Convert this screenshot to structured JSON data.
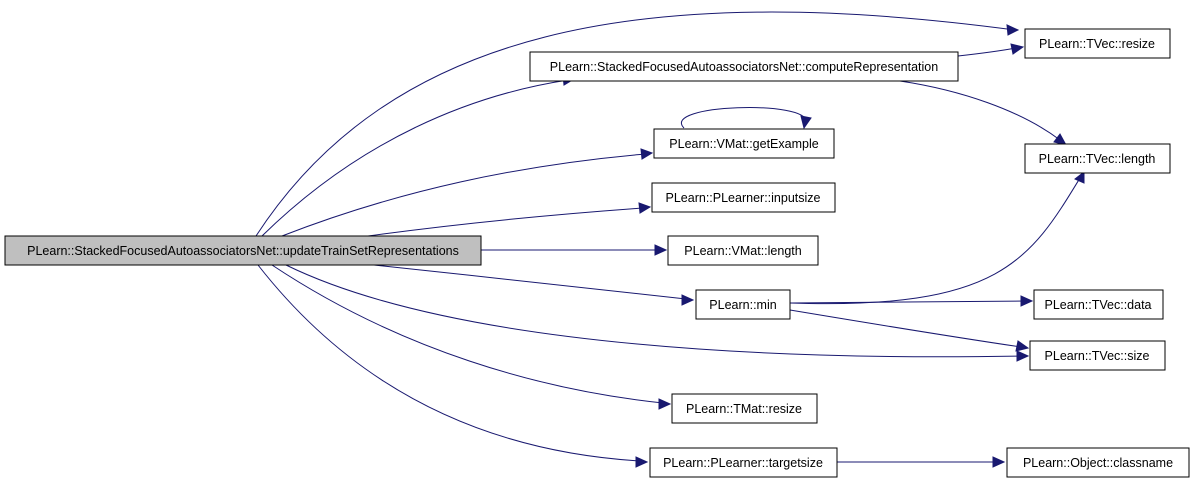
{
  "nodes": [
    {
      "id": "root",
      "label": "PLearn::StackedFocusedAutoassociatorsNet::updateTrainSetRepresentations",
      "highlight": true
    },
    {
      "id": "compute",
      "label": "PLearn::StackedFocusedAutoassociatorsNet::computeRepresentation"
    },
    {
      "id": "getex",
      "label": "PLearn::VMat::getExample"
    },
    {
      "id": "inputsize",
      "label": "PLearn::PLearner::inputsize"
    },
    {
      "id": "vlength",
      "label": "PLearn::VMat::length"
    },
    {
      "id": "min",
      "label": "PLearn::min"
    },
    {
      "id": "tmresize",
      "label": "PLearn::TMat::resize"
    },
    {
      "id": "targetsize",
      "label": "PLearn::PLearner::targetsize"
    },
    {
      "id": "tvresize",
      "label": "PLearn::TVec::resize"
    },
    {
      "id": "tvlength",
      "label": "PLearn::TVec::length"
    },
    {
      "id": "tvdata",
      "label": "PLearn::TVec::data"
    },
    {
      "id": "tvsize",
      "label": "PLearn::TVec::size"
    },
    {
      "id": "classname",
      "label": "PLearn::Object::classname"
    }
  ],
  "edges": [
    {
      "from": "root",
      "to": "tvresize"
    },
    {
      "from": "root",
      "to": "compute"
    },
    {
      "from": "root",
      "to": "getex"
    },
    {
      "from": "root",
      "to": "inputsize"
    },
    {
      "from": "root",
      "to": "vlength"
    },
    {
      "from": "root",
      "to": "min"
    },
    {
      "from": "root",
      "to": "tvsize"
    },
    {
      "from": "root",
      "to": "tmresize"
    },
    {
      "from": "root",
      "to": "targetsize"
    },
    {
      "from": "compute",
      "to": "tvresize"
    },
    {
      "from": "compute",
      "to": "tvlength"
    },
    {
      "from": "getex",
      "to": "getex"
    },
    {
      "from": "min",
      "to": "tvlength"
    },
    {
      "from": "min",
      "to": "tvdata"
    },
    {
      "from": "min",
      "to": "tvsize"
    },
    {
      "from": "targetsize",
      "to": "classname"
    }
  ],
  "colors": {
    "edge": "#191970",
    "node_border": "#000000",
    "node_fill": "#ffffff",
    "highlight_fill": "#bfbfbf"
  }
}
